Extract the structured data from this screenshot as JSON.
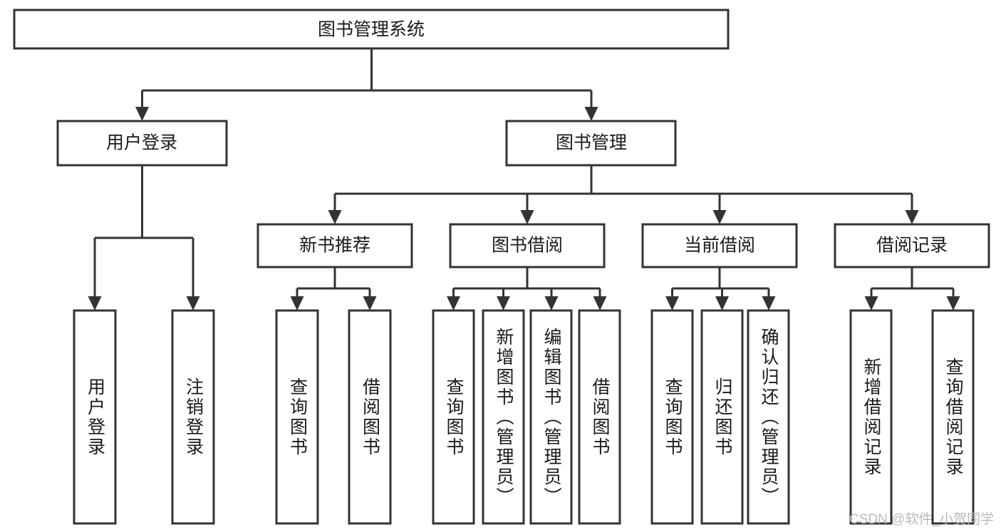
{
  "diagram": {
    "type": "tree",
    "title": "图书管理系统",
    "watermark": "CSDN @软件_小贺同学",
    "colors": {
      "box_stroke": "#333333",
      "box_fill": "#ffffff",
      "text": "#1a1a1a",
      "background": "#ffffff",
      "watermark": "#b9b9b9"
    },
    "levels": {
      "level1": [
        "图书管理系统"
      ],
      "level2": [
        "用户登录",
        "图书管理"
      ],
      "level3": [
        "新书推荐",
        "图书借阅",
        "当前借阅",
        "借阅记录"
      ],
      "level4": [
        "用户登录",
        "注销登录",
        "查询图书",
        "借阅图书",
        "查询图书",
        "新增图书（管理员）",
        "编辑图书（管理员）",
        "借阅图书",
        "查询图书",
        "归还图书",
        "确认归还（管理员）",
        "新增借阅记录",
        "查询借阅记录"
      ]
    },
    "nodes": {
      "root": {
        "label": "图书管理系统"
      },
      "user_login": {
        "label": "用户登录"
      },
      "book_manage": {
        "label": "图书管理"
      },
      "new_book_rec": {
        "label": "新书推荐"
      },
      "book_borrow": {
        "label": "图书借阅"
      },
      "current_borrow": {
        "label": "当前借阅"
      },
      "borrow_record": {
        "label": "借阅记录"
      },
      "leaf_user_login": {
        "label": "用户登录"
      },
      "leaf_logout": {
        "label": "注销登录"
      },
      "leaf_query_book_1": {
        "label": "查询图书"
      },
      "leaf_borrow_book_1": {
        "label": "借阅图书"
      },
      "leaf_query_book_2": {
        "label": "查询图书"
      },
      "leaf_add_book": {
        "label": "新增图书（管理员）"
      },
      "leaf_edit_book": {
        "label": "编辑图书（管理员）"
      },
      "leaf_borrow_book_2": {
        "label": "借阅图书"
      },
      "leaf_query_book_3": {
        "label": "查询图书"
      },
      "leaf_return_book": {
        "label": "归还图书"
      },
      "leaf_confirm_return": {
        "label": "确认归还（管理员）"
      },
      "leaf_add_record": {
        "label": "新增借阅记录"
      },
      "leaf_query_record": {
        "label": "查询借阅记录"
      }
    },
    "edges": [
      {
        "from": "图书管理系统",
        "to": "用户登录"
      },
      {
        "from": "图书管理系统",
        "to": "图书管理"
      },
      {
        "from": "用户登录",
        "to": "用户登录"
      },
      {
        "from": "用户登录",
        "to": "注销登录"
      },
      {
        "from": "图书管理",
        "to": "新书推荐"
      },
      {
        "from": "图书管理",
        "to": "图书借阅"
      },
      {
        "from": "图书管理",
        "to": "当前借阅"
      },
      {
        "from": "图书管理",
        "to": "借阅记录"
      },
      {
        "from": "新书推荐",
        "to": "查询图书"
      },
      {
        "from": "新书推荐",
        "to": "借阅图书"
      },
      {
        "from": "图书借阅",
        "to": "查询图书"
      },
      {
        "from": "图书借阅",
        "to": "新增图书（管理员）"
      },
      {
        "from": "图书借阅",
        "to": "编辑图书（管理员）"
      },
      {
        "from": "图书借阅",
        "to": "借阅图书"
      },
      {
        "from": "当前借阅",
        "to": "查询图书"
      },
      {
        "from": "当前借阅",
        "to": "归还图书"
      },
      {
        "from": "当前借阅",
        "to": "确认归还（管理员）"
      },
      {
        "from": "借阅记录",
        "to": "新增借阅记录"
      },
      {
        "from": "借阅记录",
        "to": "查询借阅记录"
      }
    ]
  }
}
